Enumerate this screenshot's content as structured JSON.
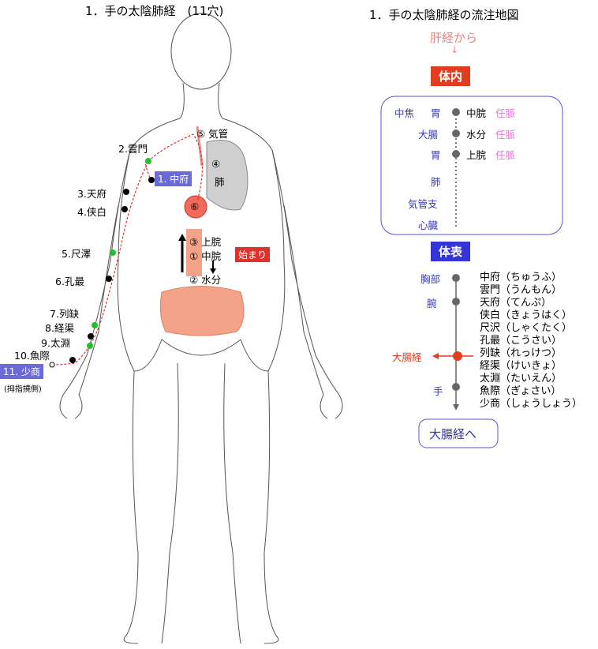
{
  "left": {
    "title": "1．手の太陰肺経　(11穴)",
    "points": [
      {
        "num": "2.",
        "name": "雲門"
      },
      {
        "num": "3.",
        "name": "天府"
      },
      {
        "num": "4.",
        "name": "侠白"
      },
      {
        "num": "5.",
        "name": "尺澤"
      },
      {
        "num": "6.",
        "name": "孔最"
      },
      {
        "num": "7.",
        "name": "列缺"
      },
      {
        "num": "8.",
        "name": "経渠"
      },
      {
        "num": "9.",
        "name": "太淵"
      },
      {
        "num": "10.",
        "name": "魚際"
      }
    ],
    "start_point": "1. 中府",
    "end_point": "11. 少商",
    "end_note": "(拇指撓側)",
    "organs": {
      "trachea": "⑤ 気管",
      "lung_num": "④",
      "lung": "肺",
      "heart": "⑥",
      "upper": "③ 上脘",
      "middle": "① 中脘",
      "water": "② 水分",
      "start": "始まり"
    },
    "colors": {
      "green": "#22c02a",
      "blue_box": "#6a6ad8",
      "red_box": "#e0302a",
      "organ": "#f2a38a"
    }
  },
  "right": {
    "title": "1．手の太陰肺経の流注地図",
    "from": "肝経から",
    "arrow": "↓",
    "inner_header": "体内",
    "inner_rows": [
      {
        "left": "中焦",
        "mid": "胃",
        "point": "中脘",
        "vessel": "任脈"
      },
      {
        "left": "大腸",
        "point": "水分",
        "vessel": "任脈"
      },
      {
        "left": "胃",
        "point": "上脘",
        "vessel": "任脈"
      },
      {
        "left": "肺"
      },
      {
        "left": "気管支"
      },
      {
        "left": "心臓"
      }
    ],
    "surface_header": "体表",
    "surface_left": [
      "胸部",
      "腕",
      "大腸経",
      "手"
    ],
    "surface_points": [
      "中府（ちゅうふ）",
      "雲門（うんもん）",
      "天府（てんぷ）",
      "侠白（きょうはく）",
      "尺沢（しゃくたく）",
      "孔最（こうさい）",
      "列缺（れっけつ）",
      "経渠（けいきょ）",
      "太淵（たいえん）",
      "魚際（ぎょさい）",
      "少商（しょうしょう）"
    ],
    "to": "大腸経へ"
  }
}
